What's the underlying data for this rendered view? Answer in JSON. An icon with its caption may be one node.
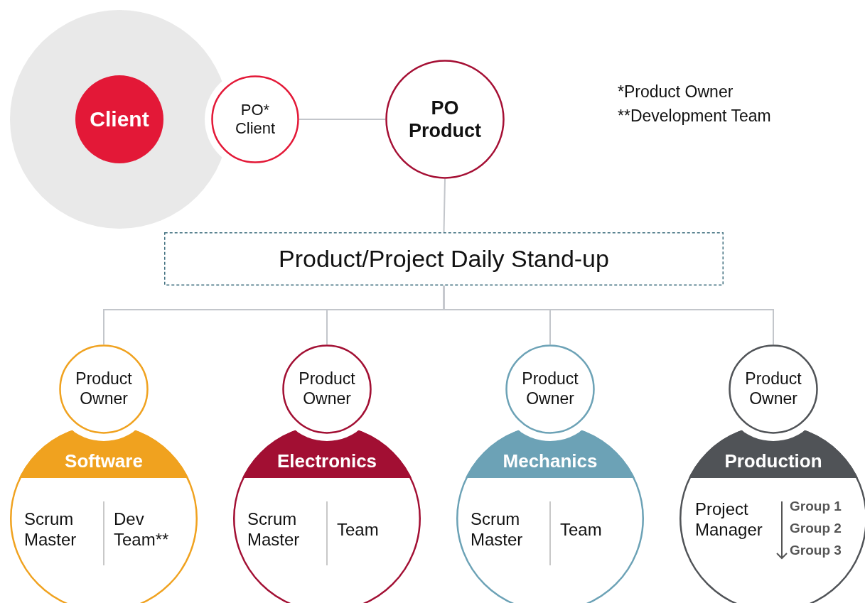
{
  "diagram": {
    "nodes": [
      {
        "text": [],
        "shape": "circle"
      },
      {
        "text": [
          "Client"
        ],
        "in": 0
      },
      {
        "text": [
          "PO* Client"
        ]
      },
      {
        "text": [
          "PO Product"
        ]
      },
      {
        "text": [
          "Product/Project Daily Stand-up"
        ]
      },
      {
        "text": [
          "Product Owner"
        ]
      },
      {
        "text": [
          "Product Owner"
        ]
      },
      {
        "text": [
          "Product Owner"
        ]
      },
      {
        "text": [
          "Product Owner"
        ]
      },
      {
        "text": [
          "Software",
          "Scrum Master",
          "Dev Team**"
        ]
      },
      {
        "text": [
          "Electronics",
          "Scrum Master",
          "Team"
        ]
      },
      {
        "text": [
          "Mechanics",
          "Scrum Master",
          "Team"
        ]
      },
      {
        "text": [
          "Production",
          "Project Manager",
          "Group 1",
          "Group 2",
          "Group 3"
        ]
      }
    ],
    "edges": [
      {
        "from": 2,
        "to": 3,
        "arrow": "none"
      },
      {
        "from": 3,
        "to": 4,
        "arrow": "none"
      },
      {
        "from": 4,
        "to": 5,
        "arrow": "none"
      },
      {
        "from": 4,
        "to": 6,
        "arrow": "none"
      },
      {
        "from": 4,
        "to": 7,
        "arrow": "none"
      },
      {
        "from": 4,
        "to": 8,
        "arrow": "none"
      }
    ],
    "labels": [
      "*Product Owner",
      "**Development Team"
    ]
  }
}
